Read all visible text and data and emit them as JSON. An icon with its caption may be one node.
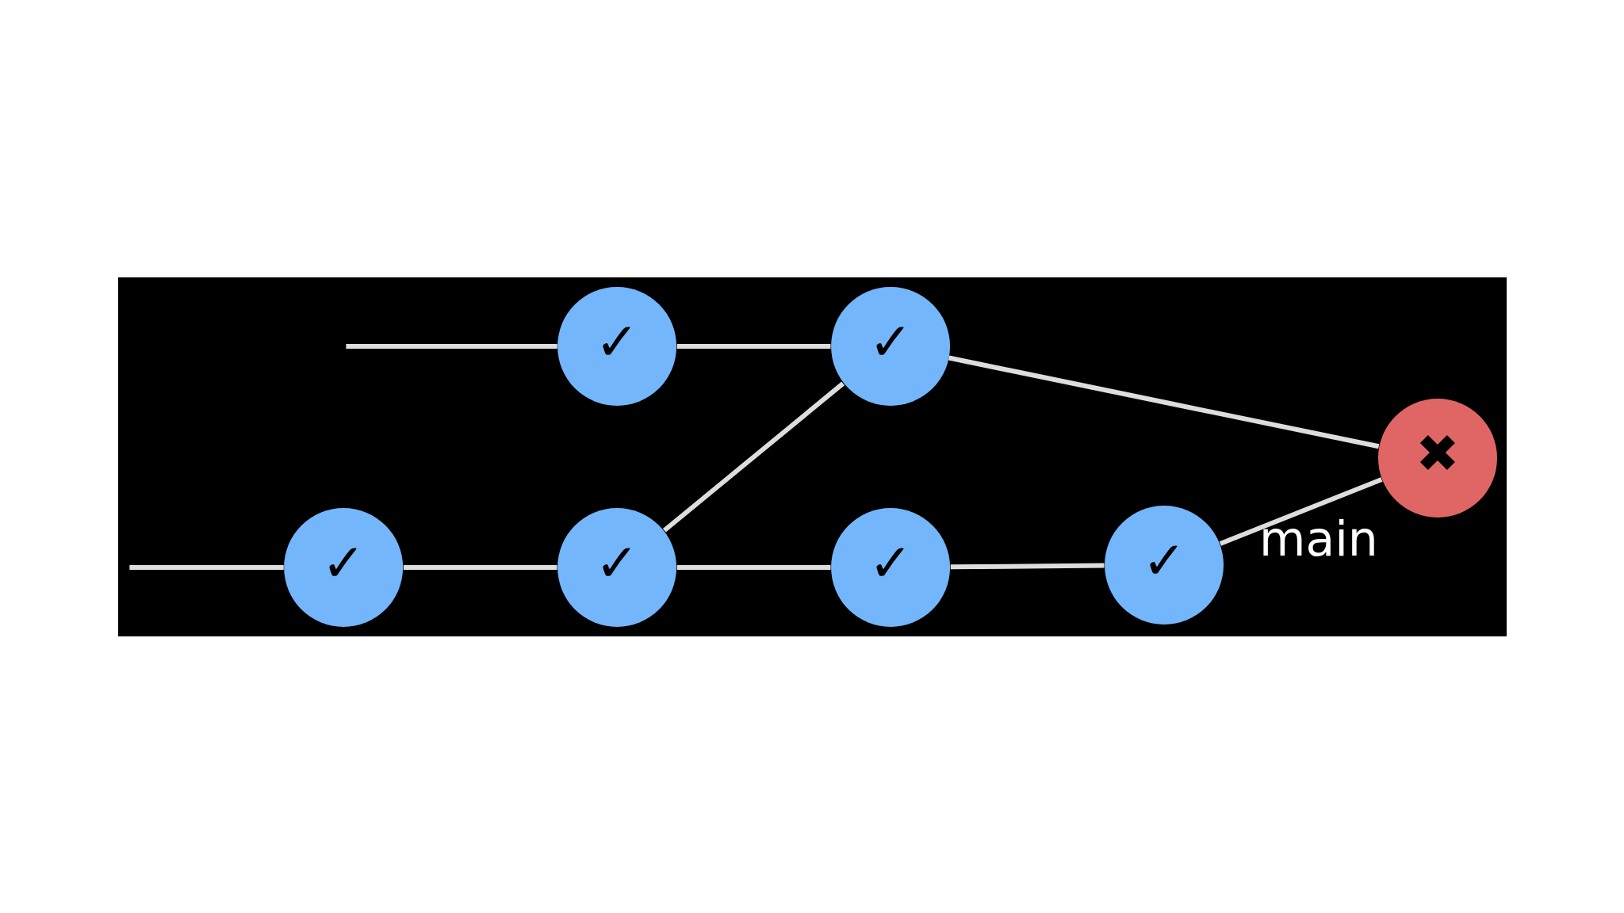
{
  "diagram": {
    "nodes": [
      {
        "text": [
          "✓"
        ]
      },
      {
        "text": [
          "✓"
        ]
      },
      {
        "text": [
          "✓"
        ]
      },
      {
        "text": [
          "✓"
        ]
      },
      {
        "text": [
          "✓"
        ]
      },
      {
        "text": [
          "✓"
        ]
      },
      {
        "text": [
          "✖"
        ],
        "beside": [
          "main"
        ]
      }
    ],
    "edges": [
      {
        "from": null,
        "to": 0,
        "arrow": "none"
      },
      {
        "from": 0,
        "to": 1,
        "arrow": "none"
      },
      {
        "from": 1,
        "to": 3,
        "arrow": "none"
      },
      {
        "from": 1,
        "to": 4,
        "arrow": "none"
      },
      {
        "from": null,
        "to": 2,
        "arrow": "none"
      },
      {
        "from": 2,
        "to": 4,
        "arrow": "none"
      },
      {
        "from": 3,
        "to": 5,
        "arrow": "none"
      },
      {
        "from": 5,
        "to": 6,
        "arrow": "none"
      },
      {
        "from": 4,
        "to": 6,
        "arrow": "none"
      }
    ]
  }
}
